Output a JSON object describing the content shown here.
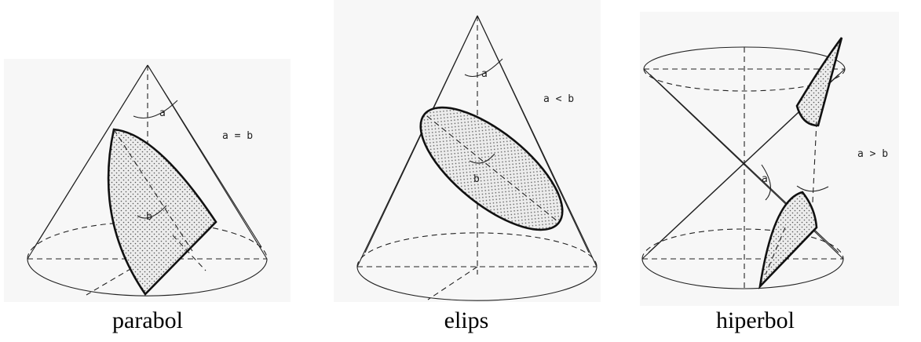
{
  "panels": [
    {
      "relation": "a = b",
      "angle_a": "a",
      "angle_b": "b",
      "caption": "parabol"
    },
    {
      "relation": "a < b",
      "angle_a": "a",
      "angle_b": "b",
      "caption": "elips"
    },
    {
      "relation": "a > b",
      "angle_a": "a",
      "angle_b": "",
      "caption": "hiperbol"
    }
  ]
}
